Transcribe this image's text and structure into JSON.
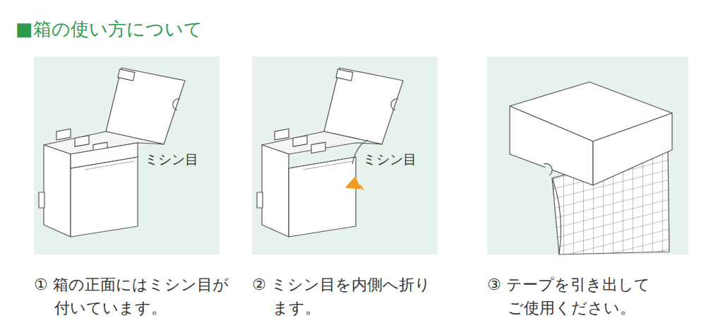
{
  "diagram": {
    "title": "■箱の使い方について",
    "nodes": [
      {
        "text": [
          "ミシン目",
          "① 箱の正面にはミシン目が 付いています。"
        ]
      },
      {
        "text": [
          "ミシン目",
          "② ミシン目を内側へ折り ます。"
        ]
      },
      {
        "text": [
          "③ テープを引き出して ご使用ください。"
        ]
      }
    ]
  }
}
